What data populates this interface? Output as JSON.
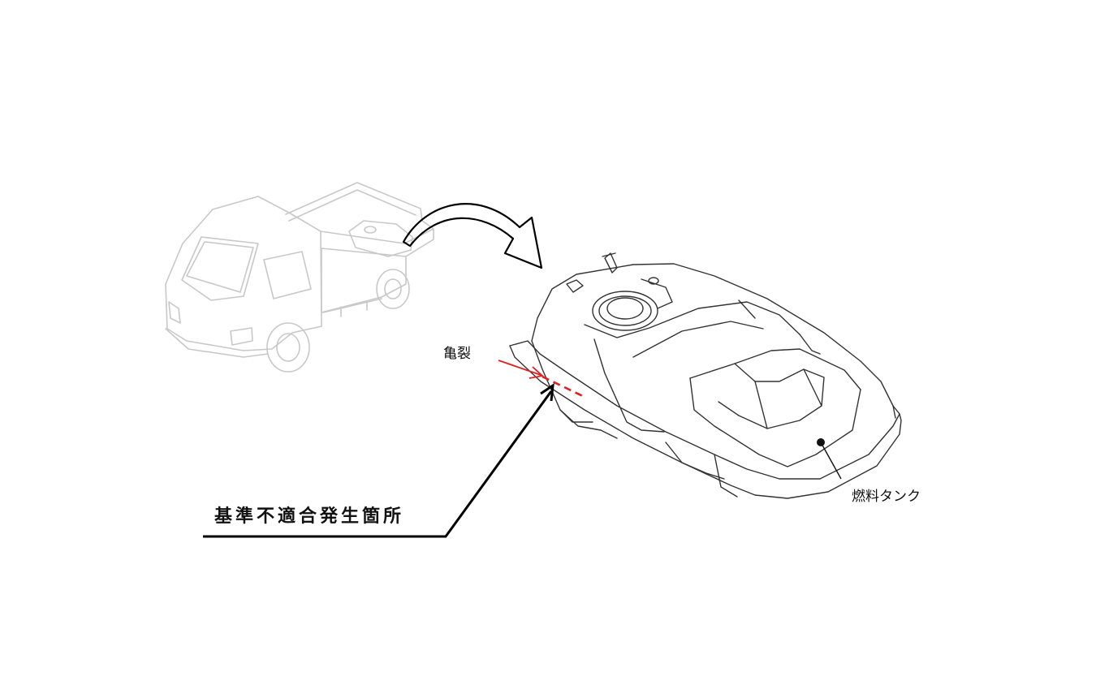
{
  "labels": {
    "crack": "亀裂",
    "fuel_tank": "燃料タンク",
    "defect_location": "基準不適合発生箇所"
  },
  "colors": {
    "crack_marker": "#e02020",
    "truck_line": "#c8c8c8",
    "tank_line": "#333333",
    "leader_line": "#000000"
  },
  "icons": {
    "truck": "truck-icon",
    "fuel_tank": "fuel-tank-icon"
  }
}
